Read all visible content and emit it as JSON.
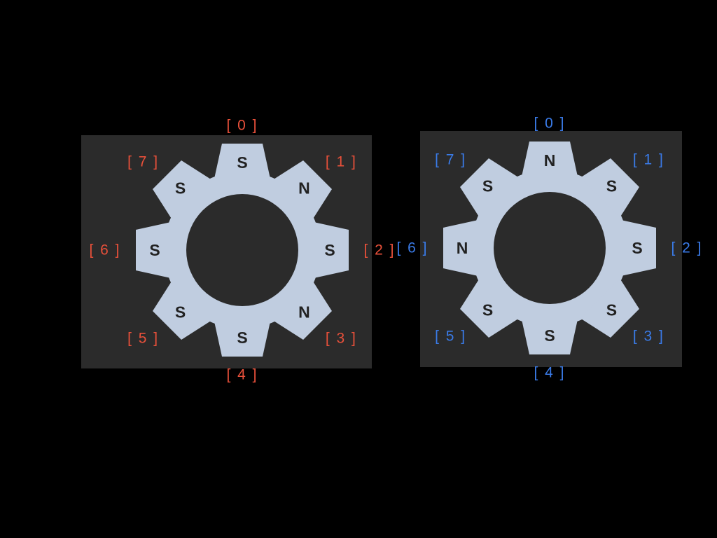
{
  "colors": {
    "background": "#000000",
    "panel": "#2b2b2b",
    "gear": "#c0cde0",
    "pole_text": "#222222"
  },
  "gears": [
    {
      "name": "left",
      "label_color": "#e8503a",
      "teeth": [
        {
          "index": "[ 0 ]",
          "pole": "S"
        },
        {
          "index": "[ 1 ]",
          "pole": "N"
        },
        {
          "index": "[ 2 ]",
          "pole": "S"
        },
        {
          "index": "[ 3 ]",
          "pole": "N"
        },
        {
          "index": "[ 4 ]",
          "pole": "S"
        },
        {
          "index": "[ 5 ]",
          "pole": "S"
        },
        {
          "index": "[ 6 ]",
          "pole": "S"
        },
        {
          "index": "[ 7 ]",
          "pole": "S"
        }
      ]
    },
    {
      "name": "right",
      "label_color": "#3a7be8",
      "teeth": [
        {
          "index": "[ 0 ]",
          "pole": "N"
        },
        {
          "index": "[ 1 ]",
          "pole": "S"
        },
        {
          "index": "[ 2 ]",
          "pole": "S"
        },
        {
          "index": "[ 3 ]",
          "pole": "S"
        },
        {
          "index": "[ 4 ]",
          "pole": "S"
        },
        {
          "index": "[ 5 ]",
          "pole": "S"
        },
        {
          "index": "[ 6 ]",
          "pole": "N"
        },
        {
          "index": "[ 7 ]",
          "pole": "S"
        }
      ]
    }
  ]
}
